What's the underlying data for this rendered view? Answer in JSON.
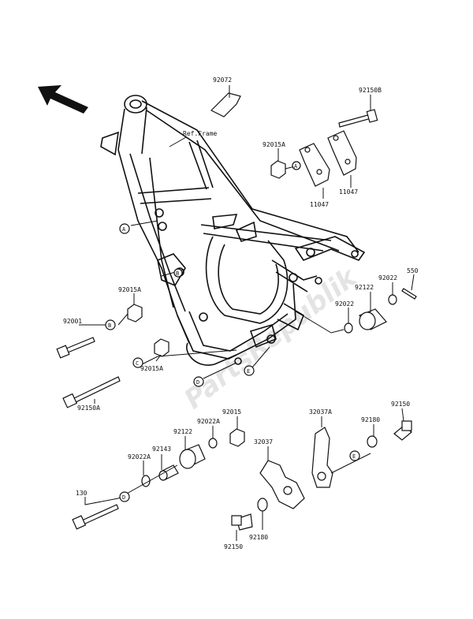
{
  "watermark": "PartsRepublik",
  "frame_label": "Ref.Frame",
  "parts": [
    {
      "id": "p92072",
      "text": "92072"
    },
    {
      "id": "p92150B",
      "text": "92150B"
    },
    {
      "id": "p92015A_1",
      "text": "92015A"
    },
    {
      "id": "p11047_1",
      "text": "11047"
    },
    {
      "id": "p11047_2",
      "text": "11047"
    },
    {
      "id": "p550",
      "text": "550"
    },
    {
      "id": "p92022_1",
      "text": "92022"
    },
    {
      "id": "p92122_1",
      "text": "92122"
    },
    {
      "id": "p92022_2",
      "text": "92022"
    },
    {
      "id": "p92015A_2",
      "text": "92015A"
    },
    {
      "id": "p92001",
      "text": "92001"
    },
    {
      "id": "p92015A_3",
      "text": "92015A"
    },
    {
      "id": "p92150A",
      "text": "92150A"
    },
    {
      "id": "p92015",
      "text": "92015"
    },
    {
      "id": "p92022A_1",
      "text": "92022A"
    },
    {
      "id": "p92122_2",
      "text": "92122"
    },
    {
      "id": "p92143",
      "text": "92143"
    },
    {
      "id": "p92022A_2",
      "text": "92022A"
    },
    {
      "id": "p130",
      "text": "130"
    },
    {
      "id": "p32037A",
      "text": "32037A"
    },
    {
      "id": "p32037",
      "text": "32037"
    },
    {
      "id": "p92180_1",
      "text": "92180"
    },
    {
      "id": "p92150_1",
      "text": "92150"
    },
    {
      "id": "p92180_2",
      "text": "92180"
    },
    {
      "id": "p92150_2",
      "text": "92150"
    }
  ],
  "refs": [
    "A",
    "B",
    "C",
    "D",
    "E"
  ]
}
